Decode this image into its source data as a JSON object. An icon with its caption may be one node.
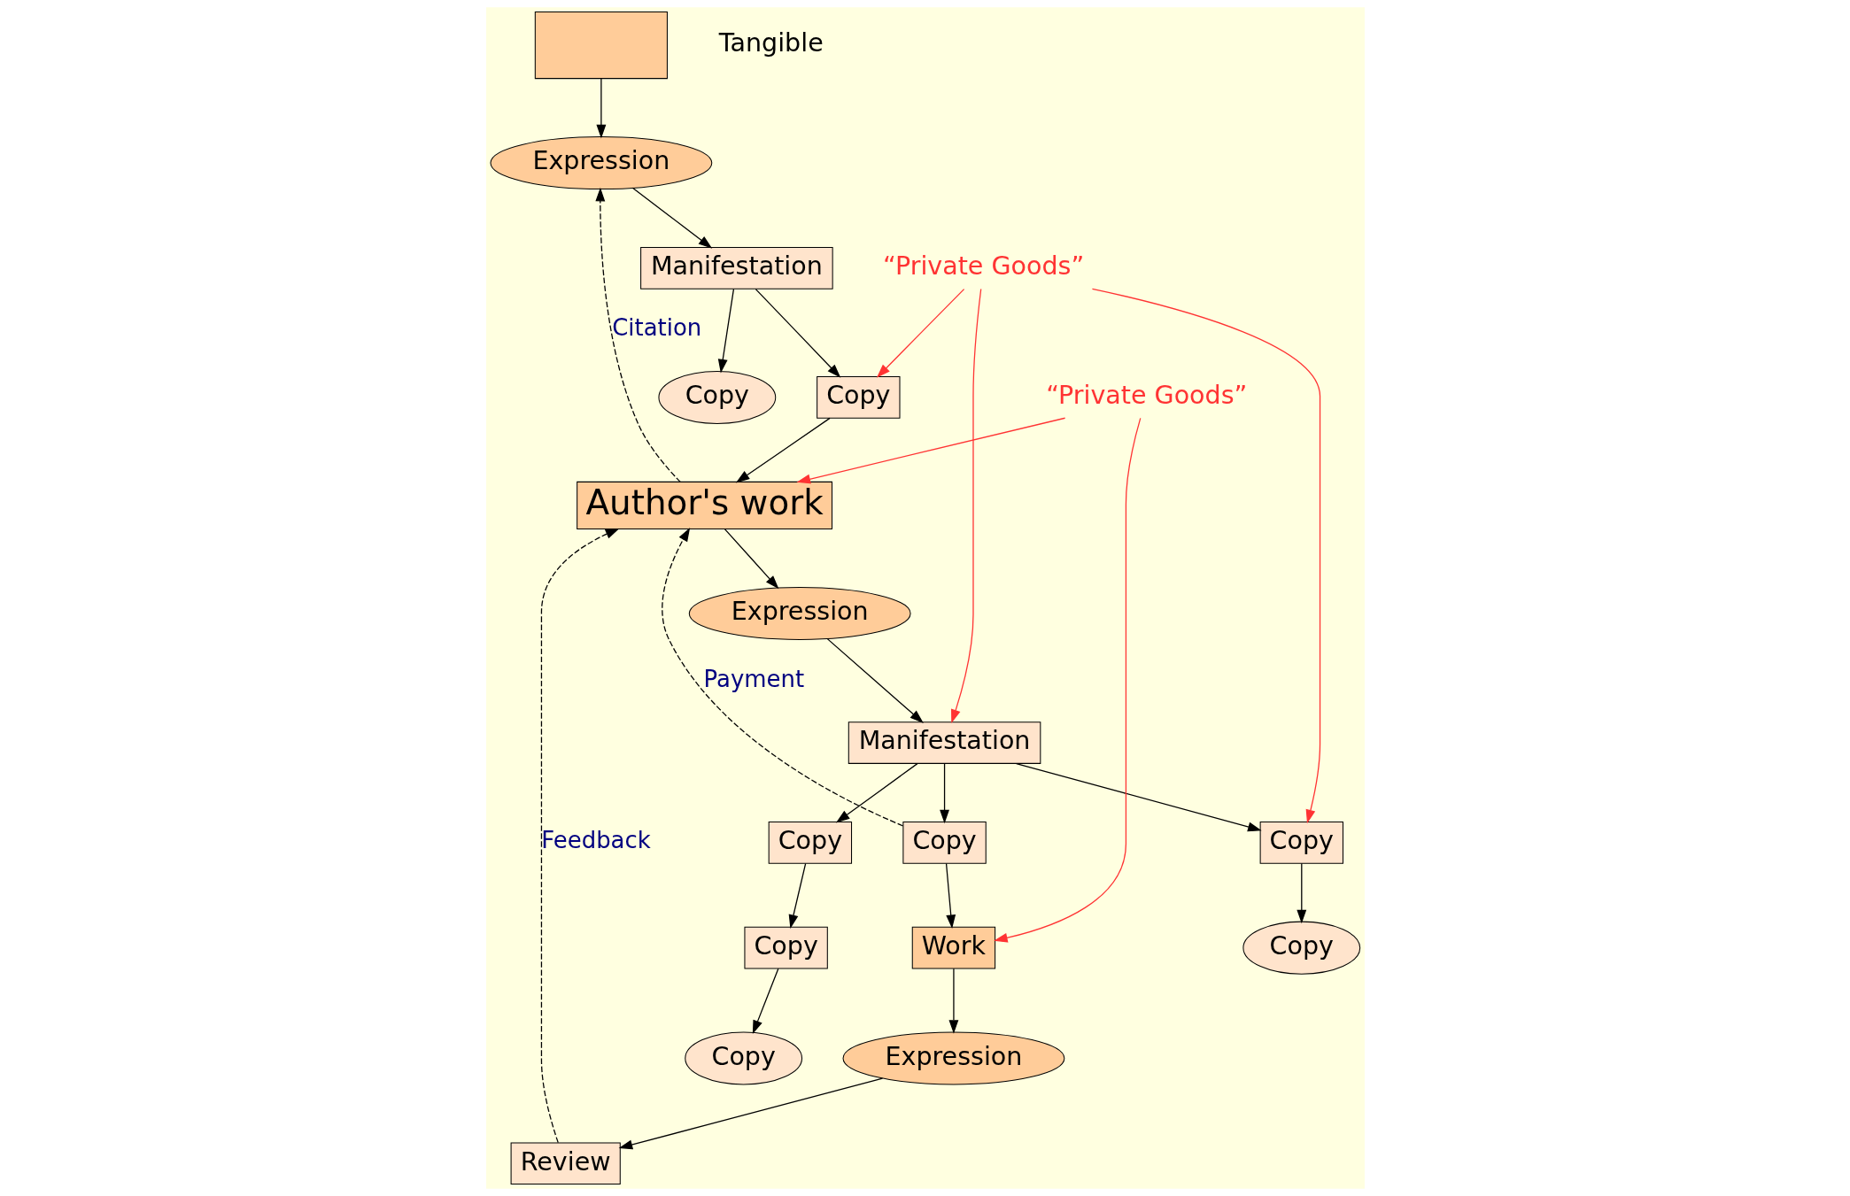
{
  "diagram": {
    "nodes": [
      {
        "text": [],
        "shape": "box"
      },
      {
        "text": [
          "Expression"
        ]
      },
      {
        "text": [
          "Manifestation"
        ]
      },
      {
        "text": [
          "Copy"
        ]
      },
      {
        "text": [
          "Copy"
        ]
      },
      {
        "text": [
          "Author's work"
        ]
      },
      {
        "text": [
          "Expression"
        ]
      },
      {
        "text": [
          "Manifestation"
        ]
      },
      {
        "text": [
          "Copy"
        ]
      },
      {
        "text": [
          "Copy"
        ]
      },
      {
        "text": [
          "Copy"
        ]
      },
      {
        "text": [
          "Copy"
        ]
      },
      {
        "text": [
          "Copy"
        ]
      },
      {
        "text": [
          "Copy"
        ]
      },
      {
        "text": [
          "Work"
        ]
      },
      {
        "text": [
          "Expression"
        ]
      },
      {
        "text": [
          "Review"
        ]
      },
      {
        "text": [
          "“Private Goods”"
        ]
      },
      {
        "text": [
          "“Private Goods”"
        ]
      }
    ],
    "edges": [
      {
        "from": 0,
        "to": 1,
        "arrow": "to"
      },
      {
        "from": 1,
        "to": 2,
        "arrow": "to"
      },
      {
        "from": 2,
        "to": 3,
        "arrow": "to"
      },
      {
        "from": 2,
        "to": 4,
        "arrow": "to"
      },
      {
        "from": 3,
        "to": 5,
        "arrow": "to"
      },
      {
        "from": 5,
        "to": 1,
        "arrow": "to",
        "label": "Citation",
        "style": "dashed"
      },
      {
        "from": 5,
        "to": 6,
        "arrow": "to"
      },
      {
        "from": 6,
        "to": 7,
        "arrow": "to"
      },
      {
        "from": 7,
        "to": 8,
        "arrow": "to"
      },
      {
        "from": 8,
        "to": 5,
        "arrow": "to",
        "label": "Payment",
        "style": "dashed"
      },
      {
        "from": 16,
        "to": 5,
        "arrow": "to",
        "label": "Feedback",
        "style": "dashed"
      },
      {
        "from": 8,
        "to": 14,
        "arrow": "to"
      },
      {
        "from": 14,
        "to": 15,
        "arrow": "to"
      },
      {
        "from": 15,
        "to": 16,
        "arrow": "to"
      },
      {
        "from": 7,
        "to": 9,
        "arrow": "to"
      },
      {
        "from": 7,
        "to": 11,
        "arrow": "to"
      },
      {
        "from": 11,
        "to": 12,
        "arrow": "to"
      },
      {
        "from": 12,
        "to": 13,
        "arrow": "to"
      },
      {
        "from": 9,
        "to": 10,
        "arrow": "to"
      },
      {
        "from": 17,
        "to": 5,
        "arrow": "to",
        "color": "#ff3333"
      },
      {
        "from": 17,
        "to": 14,
        "arrow": "to",
        "color": "#ff3333"
      },
      {
        "from": 18,
        "to": 3,
        "arrow": "to",
        "color": "#ff3333"
      },
      {
        "from": 18,
        "to": 7,
        "arrow": "to",
        "color": "#ff3333"
      },
      {
        "from": 18,
        "to": 9,
        "arrow": "to",
        "color": "#ff3333"
      }
    ],
    "labels": [
      "Tangible"
    ]
  }
}
